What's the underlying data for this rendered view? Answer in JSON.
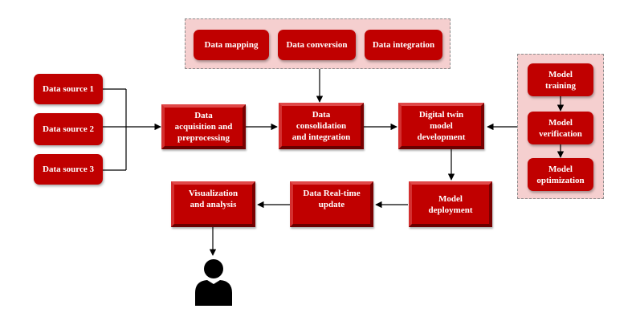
{
  "colors": {
    "node": "#c00000",
    "group_fill": "#f5cfcf",
    "arrow": "#000000"
  },
  "top_group": {
    "data_mapping": "Data mapping",
    "data_conversion": "Data conversion",
    "data_integration": "Data integration"
  },
  "sources": {
    "source_1": "Data source 1",
    "source_2": "Data source 2",
    "source_3": "Data source 3"
  },
  "pipeline": {
    "acquisition": "Data\nacquisition and\npreprocessing",
    "consolidation": "Data\nconsolidation\nand integration",
    "digital_twin": "Digital twin\nmodel\ndevelopment",
    "deployment": "Model\ndeployment",
    "realtime_update": "Data Real-time\nupdate",
    "visualization": "Visualization\nand analysis"
  },
  "model_group": {
    "training": "Model\ntraining",
    "verification": "Model\nverification",
    "optimization": "Model\noptimization"
  },
  "icons": {
    "user": "person-icon"
  }
}
